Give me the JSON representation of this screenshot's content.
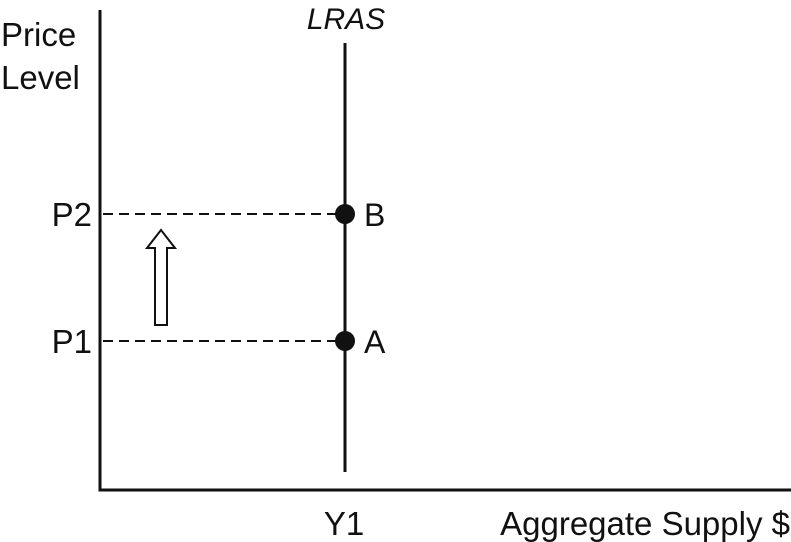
{
  "diagram": {
    "y_axis_title_line1": "Price",
    "y_axis_title_line2": "Level",
    "x_axis_title": "Aggregate Supply $",
    "curve_label": "LRAS",
    "x_tick": "Y1",
    "y_ticks": [
      "P2",
      "P1"
    ],
    "points": [
      {
        "label": "B",
        "price": "P2"
      },
      {
        "label": "A",
        "price": "P1"
      }
    ],
    "arrow_direction": "up",
    "colors": {
      "ink": "#111111",
      "background": "#ffffff"
    }
  }
}
